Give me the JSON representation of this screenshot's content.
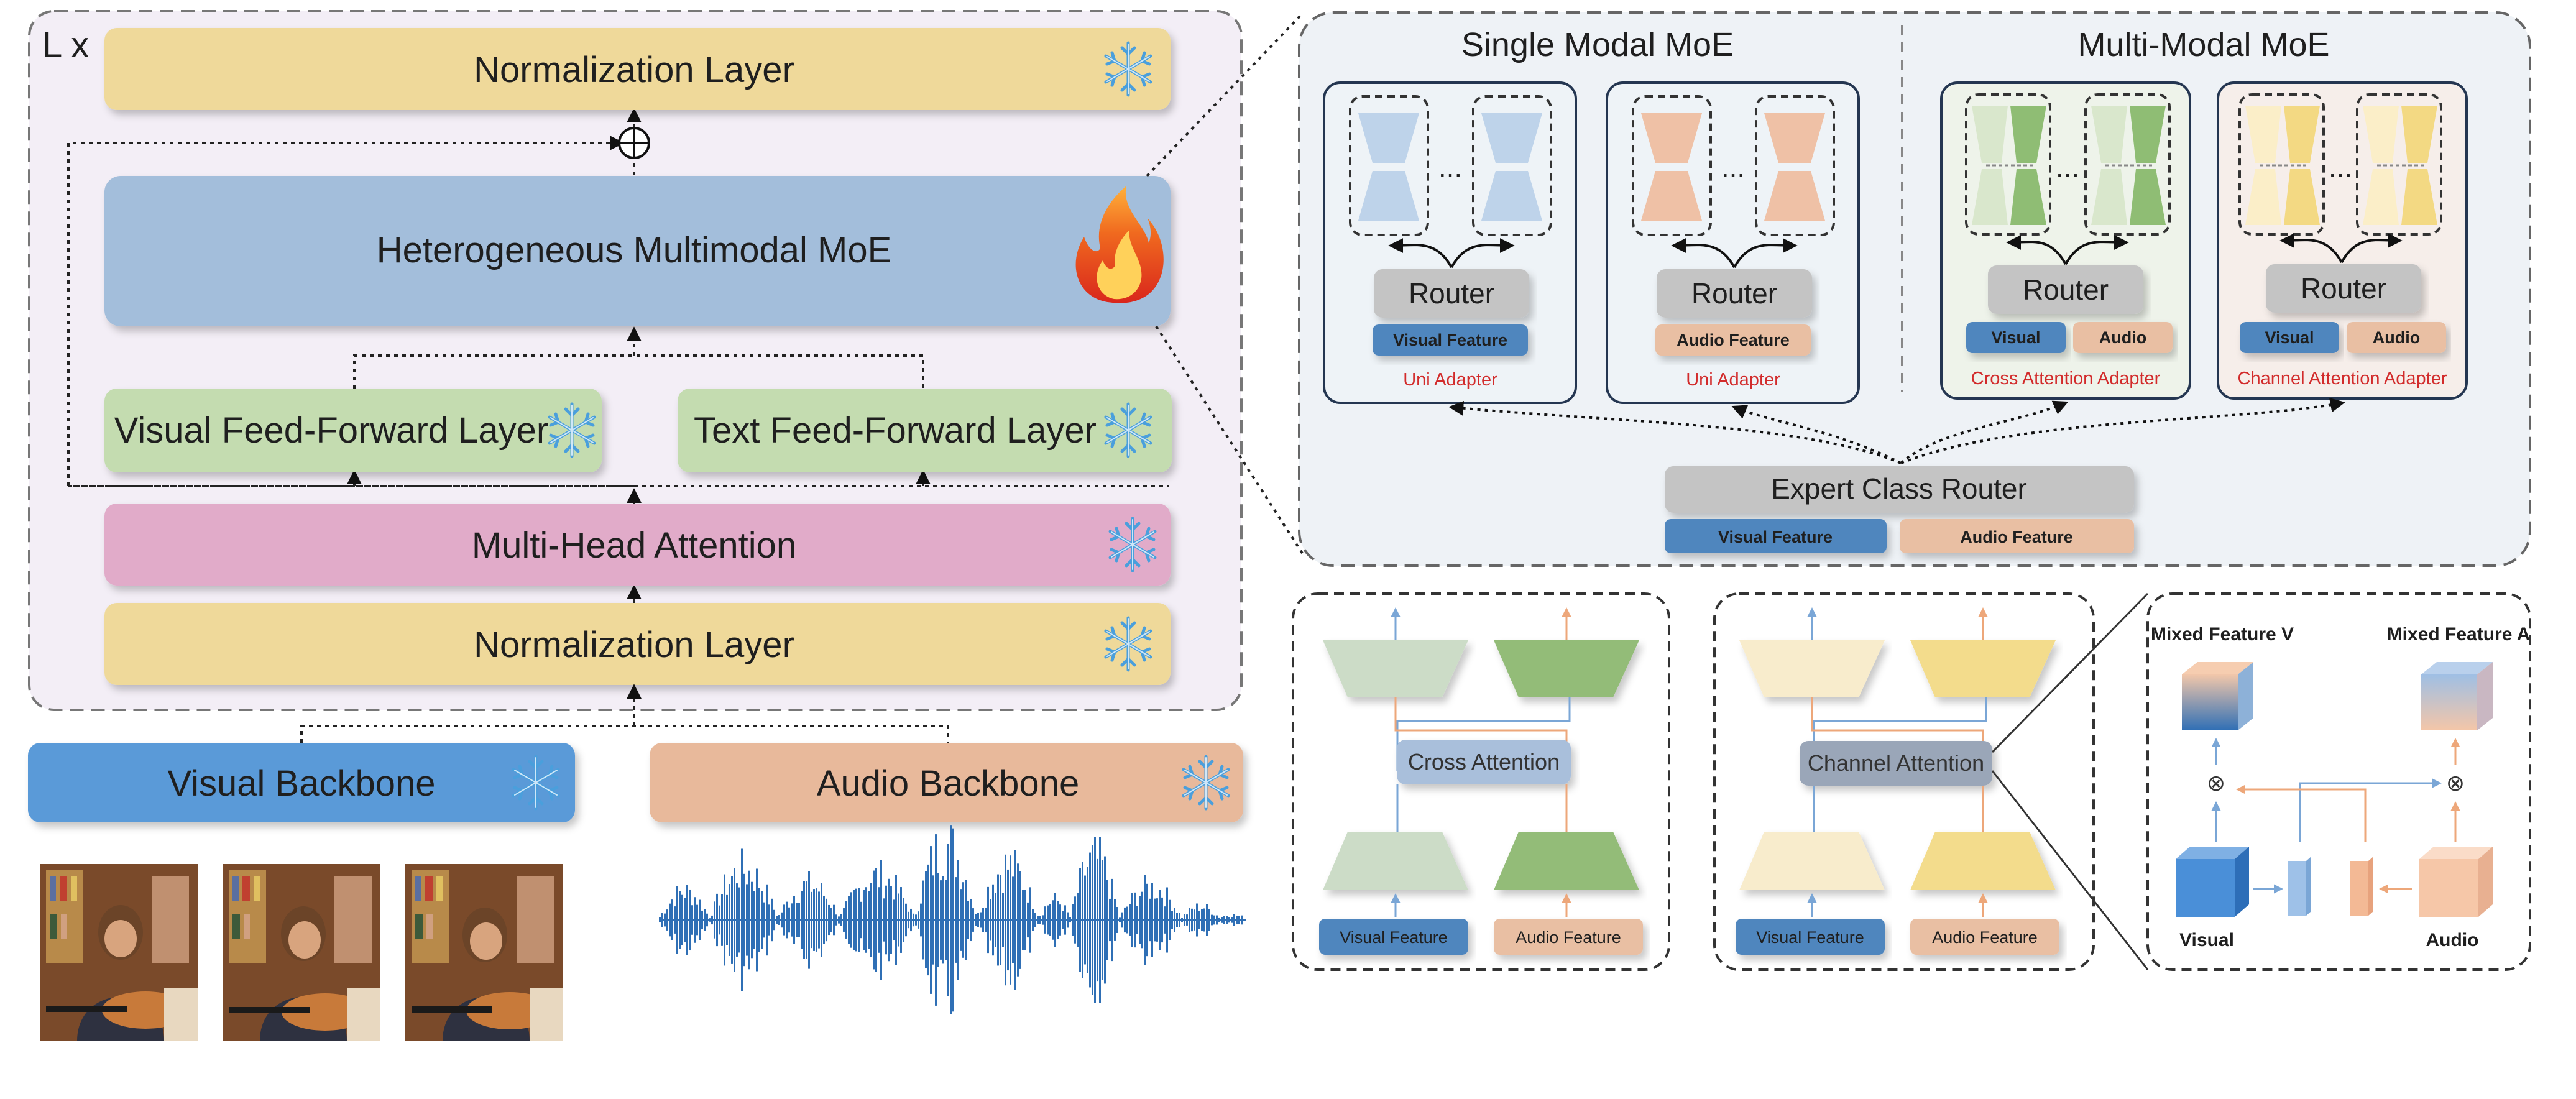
{
  "left_panel": {
    "repeat_label": "L x",
    "norm_top": "Normalization Layer",
    "moe_label": "Heterogeneous Multimodal MoE",
    "visual_ffn": "Visual Feed-Forward Layer",
    "text_ffn": "Text Feed-Forward Layer",
    "mha": "Multi-Head Attention",
    "norm_bottom": "Normalization Layer"
  },
  "backbones": {
    "visual": "Visual Backbone",
    "audio": "Audio Backbone"
  },
  "moe_detail": {
    "single_title": "Single Modal MoE",
    "multi_title": "Multi-Modal MoE",
    "ellipsis": "...",
    "router_label": "Router",
    "adapters": [
      {
        "features": [
          "Visual Feature"
        ],
        "caption": "Uni Adapter"
      },
      {
        "features": [
          "Audio Feature"
        ],
        "caption": "Uni Adapter"
      },
      {
        "features": [
          "Visual",
          "Audio"
        ],
        "caption": "Cross Attention Adapter"
      },
      {
        "features": [
          "Visual",
          "Audio"
        ],
        "caption": "Channel Attention Adapter"
      }
    ],
    "expert_router": "Expert Class Router",
    "expert_visual": "Visual Feature",
    "expert_audio": "Audio Feature"
  },
  "cross_panel": {
    "attention": "Cross Attention",
    "visual": "Visual Feature",
    "audio": "Audio Feature"
  },
  "channel_panel": {
    "attention": "Channel Attention",
    "visual": "Visual Feature",
    "audio": "Audio Feature"
  },
  "mixed_panel": {
    "mixed_v": "Mixed Feature V",
    "mixed_a": "Mixed Feature A",
    "visual": "Visual",
    "audio": "Audio",
    "op": "⊗"
  },
  "icons": {
    "frozen": "snowflake-icon",
    "trainable": "flame-icon",
    "sum": "circled-plus-icon"
  },
  "colors": {
    "norm": "#efd99a",
    "moe": "#a3bedb",
    "ffn": "#c4dcb0",
    "mha": "#e1abc9",
    "visual_backbone": "#5a9ad8",
    "audio_backbone": "#e8b99b",
    "visual_feature": "#4f86be",
    "audio_feature": "#e9bfa3",
    "router": "#c4c4c4",
    "caption_red": "#d22b2b"
  }
}
